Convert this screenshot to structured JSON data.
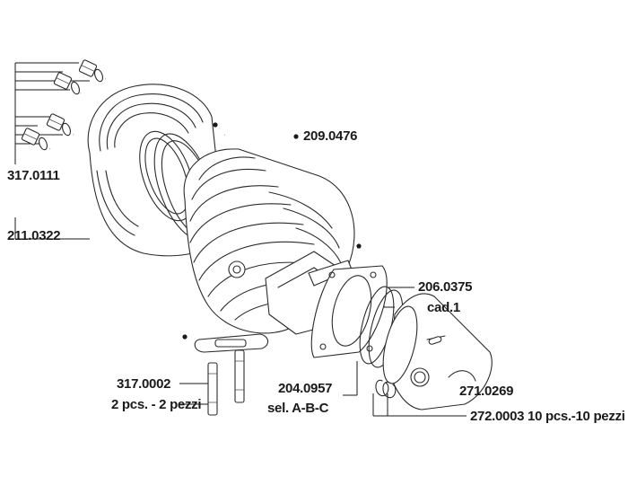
{
  "labels": {
    "stud_nut": "317.0111",
    "head_gasket": "211.0322",
    "cylinder": "209.0476",
    "rings": "206.0375",
    "rings_qty": "cad.1",
    "base_gasket": "204.0957",
    "base_gasket_sel": "sel. A-B-C",
    "piston": "271.0269",
    "clips": "272.0003 10 pcs.-10 pezzi",
    "dowels": "317.0002",
    "dowels_qty": "2 pcs. - 2 pezzi"
  },
  "colors": {
    "line": "#1a1a1a",
    "background": "#ffffff"
  }
}
